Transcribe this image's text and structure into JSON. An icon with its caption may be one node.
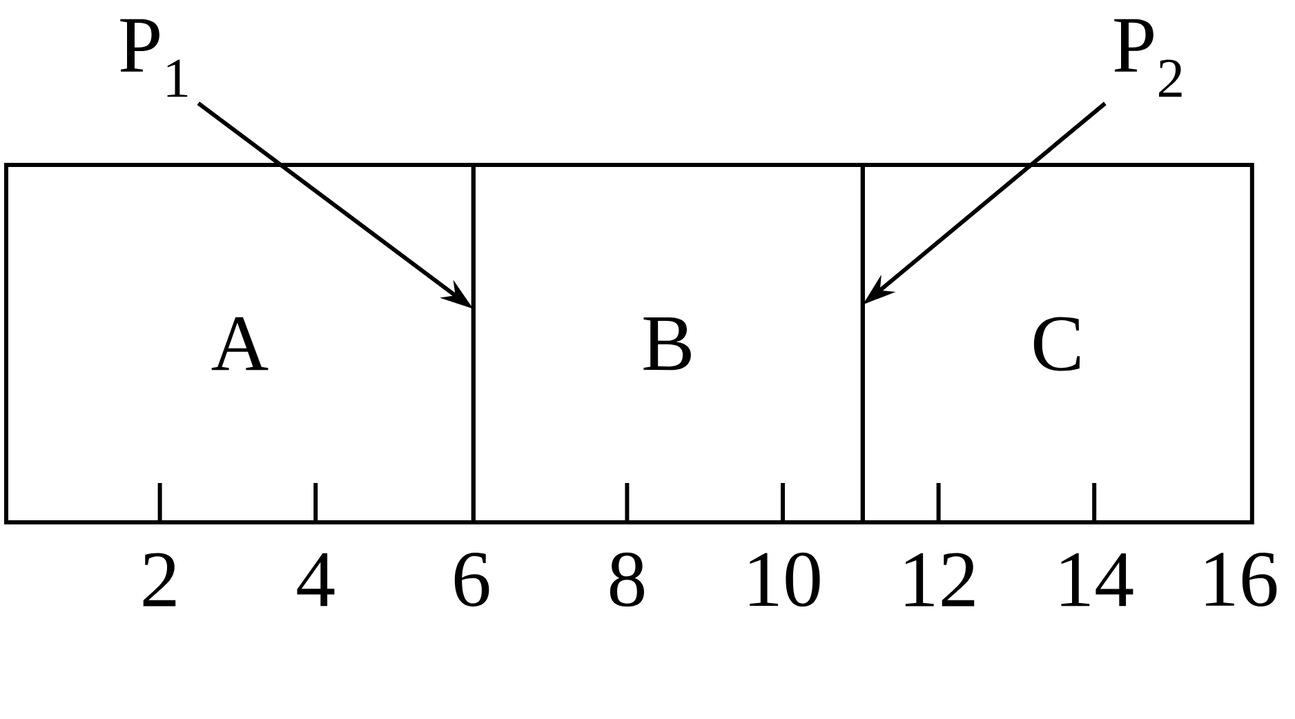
{
  "diagram": {
    "nodes": [
      {
        "text": [
          "A"
        ]
      },
      {
        "text": [
          "B"
        ]
      },
      {
        "text": [
          "C"
        ]
      },
      {
        "text": [
          "P$_{1}$"
        ]
      },
      {
        "text": [
          "P$_{2}$"
        ]
      }
    ],
    "edges": [
      {
        "from": 3,
        "to": 0,
        "arrow": "to"
      },
      {
        "from": 4,
        "to": 2,
        "arrow": "to"
      }
    ],
    "labels": [
      "2",
      "4",
      "6",
      "8",
      "10",
      "12",
      "14",
      "16"
    ]
  }
}
